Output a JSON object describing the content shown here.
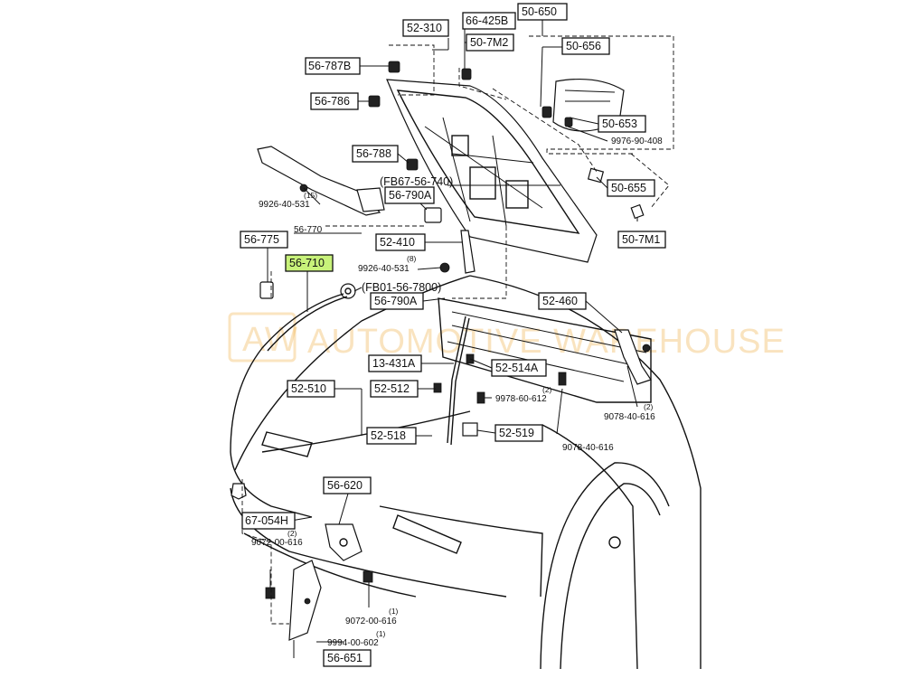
{
  "watermark": {
    "logo": "AW",
    "text": "AUTOMOTIVE WAREHOUSE"
  },
  "highlight_color": "#c8f27a",
  "part_labels": {
    "p52_310": "52-310",
    "p66_425b": "66-425B",
    "p50_7m2": "50-7M2",
    "p50_650": "50-650",
    "p50_656": "50-656",
    "p56_787b": "56-787B",
    "p56_786": "56-786",
    "p50_653": "50-653",
    "p9976_90_408": "9976-90-408",
    "p56_788": "56-788",
    "fb67_56_740": "(FB67-56-740)",
    "p56_790a_top": "56-790A",
    "p50_655": "50-655",
    "p9926_40_531_a": "9926-40-531",
    "qty_15": "(15)",
    "p56_770": "56-770",
    "p50_7m1": "50-7M1",
    "p56_775": "56-775",
    "p52_410": "52-410",
    "qty_8": "(8)",
    "p9926_40_531_b": "9926-40-531",
    "p56_710": "56-710",
    "fb01_56_7800": "(FB01-56-7800)",
    "p56_790a": "56-790A",
    "p52_460": "52-460",
    "p13_431a": "13-431A",
    "p52_514a": "52-514A",
    "p52_510": "52-510",
    "p52_512": "52-512",
    "qty_2a": "(2)",
    "p9978_60_612": "9978-60-612",
    "qty_2b": "(2)",
    "p9078_40_616_a": "9078-40-616",
    "p52_518": "52-518",
    "p52_519": "52-519",
    "p9078_40_616_b": "9078-40-616",
    "p56_620": "56-620",
    "p67_054h": "67-054H",
    "qty_2c": "(2)",
    "p9072_00_616_a": "9072-00-616",
    "qty_1a": "(1)",
    "p9072_00_616_b": "9072-00-616",
    "qty_1b": "(1)",
    "p9994_00_602": "9994-00-602",
    "p56_651": "56-651"
  }
}
